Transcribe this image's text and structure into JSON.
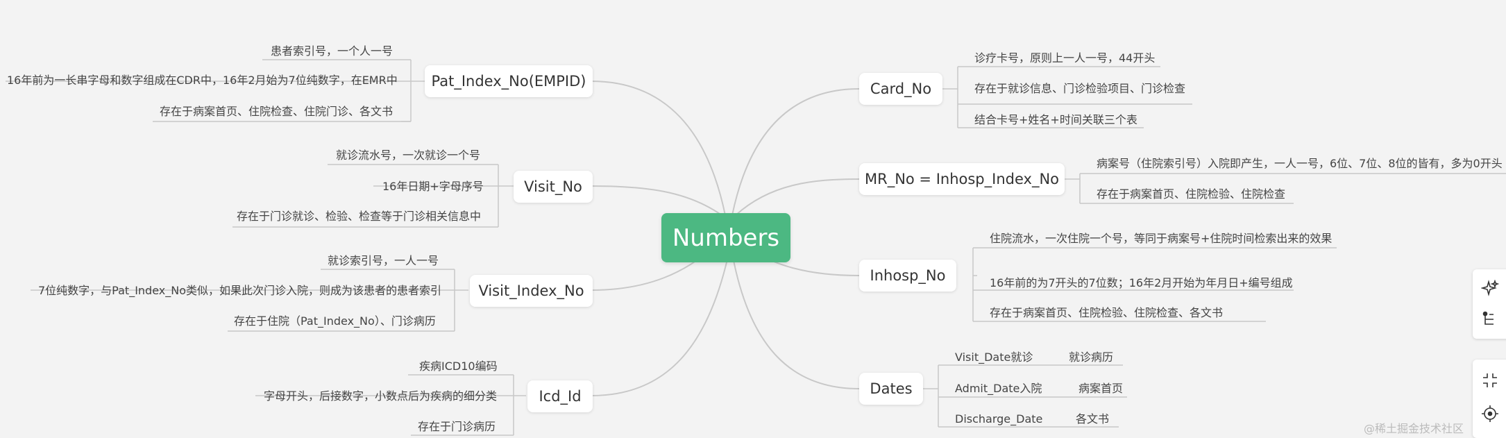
{
  "root": {
    "label": "Numbers"
  },
  "topics": {
    "pat_index": {
      "label": "Pat_Index_No(EMPID)",
      "items": [
        "患者索引号，一个人一号",
        "16年前为一长串字母和数字组成在CDR中，16年2月始为7位纯数字，在EMR中",
        "存在于病案首页、住院检查、住院门诊、各文书"
      ]
    },
    "visit_no": {
      "label": "Visit_No",
      "items": [
        "就诊流水号，一次就诊一个号",
        "16年日期+字母序号",
        "存在于门诊就诊、检验、检查等于门诊相关信息中"
      ]
    },
    "visit_index": {
      "label": "Visit_Index_No",
      "items": [
        "就诊索引号，一人一号",
        "7位纯数字，与Pat_Index_No类似，如果此次门诊入院，则成为该患者的患者索引",
        "存在于住院（Pat_Index_No）、门诊病历"
      ]
    },
    "icd_id": {
      "label": "Icd_Id",
      "items": [
        "疾病ICD10编码",
        "字母开头，后接数字，小数点后为疾病的细分类",
        "存在于门诊病历"
      ]
    },
    "card_no": {
      "label": "Card_No",
      "items": [
        "诊疗卡号，原则上一人一号，44开头",
        "存在于就诊信息、门诊检验项目、门诊检查",
        "结合卡号+姓名+时间关联三个表"
      ]
    },
    "mr_no": {
      "label": "MR_No = Inhosp_Index_No",
      "items": [
        "病案号（住院索引号）入院即产生，一人一号，6位、7位、8位的皆有，多为0开头",
        "存在于病案首页、住院检验、住院检查"
      ]
    },
    "inhosp_no": {
      "label": "Inhosp_No",
      "items": [
        "住院流水，一次住院一个号，等同于病案号+住院时间检索出来的效果",
        "16年前的为7开头的7位数；16年2月开始为年月日+编号组成",
        "存在于病案首页、住院检验、住院检查、各文书"
      ]
    },
    "dates": {
      "label": "Dates",
      "items": [
        {
          "name": "Visit_Date就诊",
          "note": "就诊病历"
        },
        {
          "name": "Admit_Date入院",
          "note": "病案首页"
        },
        {
          "name": "Discharge_Date",
          "note": "各文书"
        }
      ]
    }
  },
  "toolbar": {
    "icons": [
      "sparkle-star-icon",
      "outline-tree-icon",
      "collapse-arrows-icon",
      "locate-center-icon"
    ]
  },
  "watermark": "@稀土掘金技术社区",
  "colors": {
    "background": "#f3f3f3",
    "root": "#4cb882",
    "line": "#cccccc"
  }
}
